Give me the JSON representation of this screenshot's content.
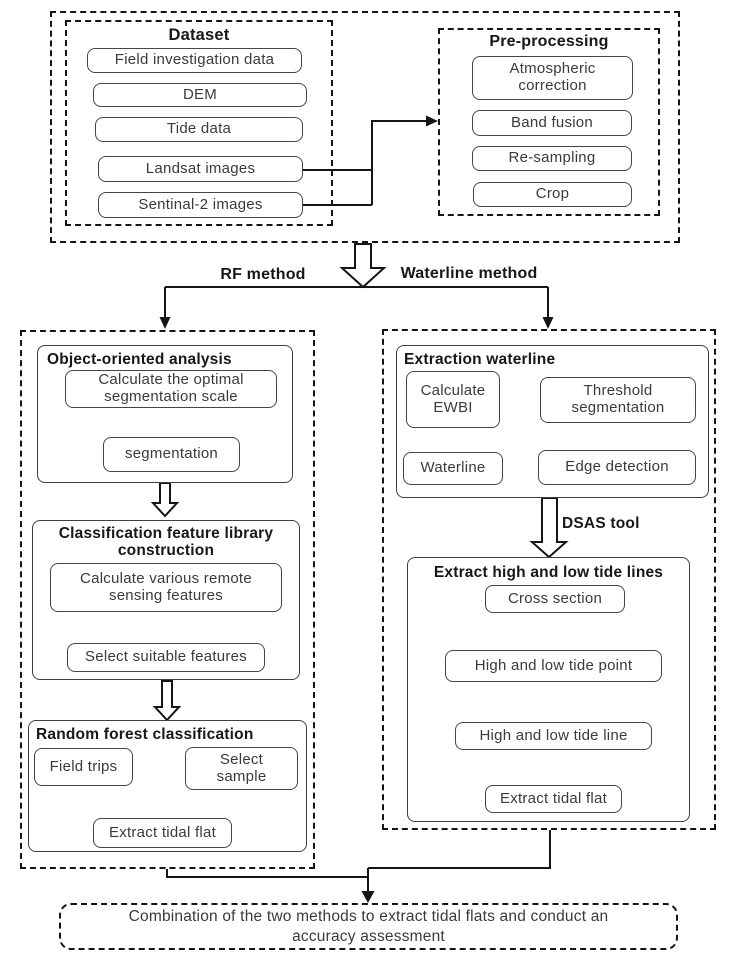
{
  "diagram": {
    "dataset": {
      "title": "Dataset",
      "items": [
        "Field investigation data",
        "DEM",
        "Tide data",
        "Landsat images",
        "Sentinal-2 images"
      ]
    },
    "preprocessing": {
      "title": "Pre-processing",
      "items": [
        "Atmospheric correction",
        "Band fusion",
        "Re-sampling",
        "Crop"
      ]
    },
    "branch_labels": {
      "left": "RF method",
      "right": "Waterline method"
    },
    "rf": {
      "object_oriented": {
        "title": "Object-oriented analysis",
        "steps": [
          "Calculate the optimal segmentation scale",
          "segmentation"
        ]
      },
      "feature_library": {
        "title": "Classification feature library construction",
        "steps": [
          "Calculate various remote sensing features",
          "Select suitable features"
        ]
      },
      "random_forest": {
        "title": "Random forest classification",
        "steps": [
          "Field trips",
          "Select sample",
          "Extract tidal flat"
        ]
      }
    },
    "waterline": {
      "extraction": {
        "title": "Extraction waterline",
        "steps": [
          "Calculate EWBI",
          "Threshold segmentation",
          "Edge detection",
          "Waterline"
        ]
      },
      "dsas_label": "DSAS tool",
      "tide_lines": {
        "title": "Extract high and low tide lines",
        "steps": [
          "Cross section",
          "High and low tide point",
          "High and low tide line",
          "Extract tidal flat"
        ]
      }
    },
    "combination": "Combination of the two methods to extract tidal flats and conduct an accuracy assessment",
    "colors": {
      "line": "#151515",
      "box_border": "#454545",
      "text": "#3a3a3a",
      "title": "#171717",
      "background": "#ffffff"
    }
  }
}
